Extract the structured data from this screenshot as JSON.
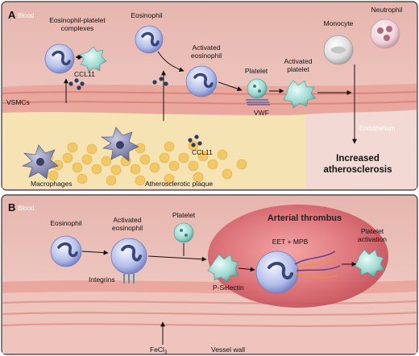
{
  "panels": {
    "a": {
      "letter": "A",
      "region": "Blood",
      "labels": {
        "complexes": [
          "Eosinophil-platelet",
          "complexes"
        ],
        "eosinophil": "Eosinophil",
        "monocyte": "Monocyte",
        "neutrophil": "Neutrophil",
        "activated_eosinophil": [
          "Activated",
          "eosinophil"
        ],
        "platelet": "Platelet",
        "activated_platelet": [
          "Activated",
          "platelet"
        ],
        "ccl11_left": "CCL11",
        "ccl11_right": "CCL11",
        "vsmcs": "VSMCs",
        "vwf": "VWF",
        "endothelium": "Endothelium",
        "macrophages": "Macrophages",
        "plaque": "Atherosclerotic plaque",
        "outcome": [
          "Increased",
          "atherosclerosis"
        ]
      }
    },
    "b": {
      "letter": "B",
      "region": "Blood",
      "labels": {
        "eosinophil": "Eosinophil",
        "activated_eosinophil": [
          "Activated",
          "eosinophil"
        ],
        "platelet": "Platelet",
        "thrombus": "Arterial thrombus",
        "eet_mpb": "EET + MPB",
        "platelet_activation": [
          "Platelet",
          "activation"
        ],
        "integrins": "Integrins",
        "p_selectin": "P-Selectin",
        "fecl3": "FeCl",
        "fecl3_sub": "3",
        "vessel_wall": "Vessel wall"
      }
    }
  },
  "colors": {
    "wall_pink": "#f0c9c3",
    "endothelium": "#e9a79d",
    "plaque": "#f6e3b4",
    "lipid": "#f2c766",
    "eosinophil": "#aab5e3",
    "platelet": "#8fd0c8",
    "thrombus": "#d9656c",
    "panel_border": "#333333"
  }
}
